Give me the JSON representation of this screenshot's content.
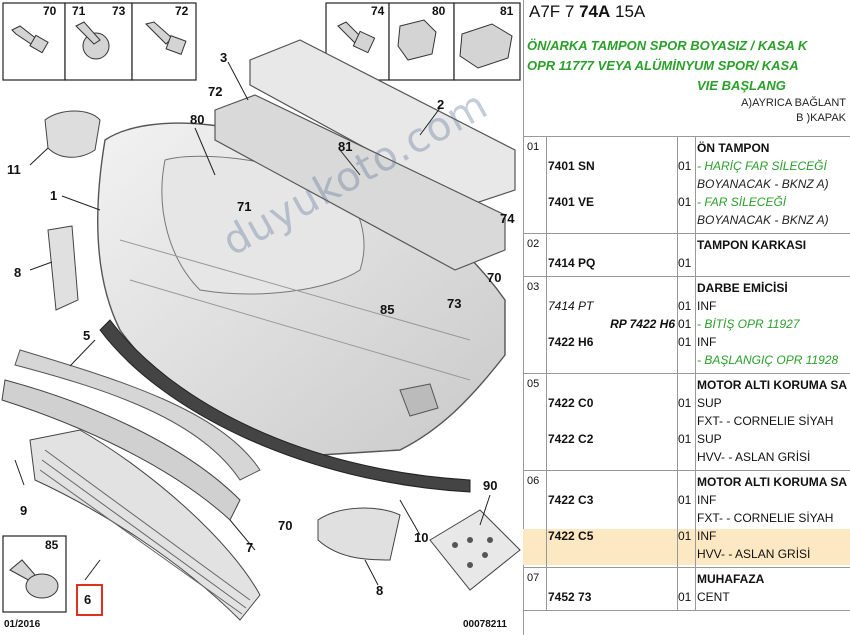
{
  "diagram": {
    "callouts": [
      "1",
      "2",
      "3",
      "5",
      "6",
      "7",
      "8",
      "8",
      "9",
      "10",
      "11",
      "70",
      "70",
      "71",
      "72",
      "73",
      "74",
      "80",
      "81",
      "85",
      "90"
    ],
    "inset_labels": [
      "70",
      "71",
      "73",
      "72",
      "74",
      "80",
      "81",
      "85"
    ],
    "footer_left": "01/2016",
    "footer_right": "00078211",
    "highlight_color": "#e03020",
    "watermark": "duyukoto.com"
  },
  "panel": {
    "ref_prefix": "A7F 7",
    "ref_bold": "74A",
    "ref_suffix": "15A",
    "header_lines": [
      "ÖN/ARKA TAMPON SPOR BOYASIZ / KASA K",
      "OPR 11777 VEYA ALÜMİNYUM SPOR/ KASA",
      "VIE BAŞLANG"
    ],
    "notes": [
      "A)AYRICA BAĞLANT",
      "B )KAPAK"
    ],
    "green": "#2aa02a",
    "highlight_row_color": "#fde8c4"
  },
  "rows": [
    {
      "num": "01",
      "title": "ÖN TAMPON",
      "lines": [
        {
          "code": "7401 SN",
          "qty": "01",
          "desc": "- HARİÇ FAR SİLECEĞİ",
          "style": "g"
        },
        {
          "code": "",
          "qty": "",
          "desc": "BOYANACAK - BKNZ A)",
          "style": "i"
        },
        {
          "code": "7401 VE",
          "qty": "01",
          "desc": "- FAR SİLECEĞİ",
          "style": "g"
        },
        {
          "code": "",
          "qty": "",
          "desc": "BOYANACAK - BKNZ A)",
          "style": "i"
        }
      ]
    },
    {
      "num": "02",
      "title": "TAMPON KARKASI",
      "lines": [
        {
          "code": "7414 PQ",
          "qty": "01",
          "desc": "",
          "style": "n"
        }
      ]
    },
    {
      "num": "03",
      "title": "DARBE EMİCİSİ",
      "lines": [
        {
          "code": "7414 PT",
          "qty": "01",
          "desc": "INF",
          "style": "n",
          "code_italic": true
        },
        {
          "code": "RP 7422 H6",
          "qty": "01",
          "desc": "- BİTİŞ OPR 11927",
          "style": "g",
          "code_right": true
        },
        {
          "code": "7422 H6",
          "qty": "01",
          "desc": "INF",
          "style": "n"
        },
        {
          "code": "",
          "qty": "",
          "desc": "- BAŞLANGIÇ OPR 11928",
          "style": "g"
        }
      ]
    },
    {
      "num": "05",
      "title": "MOTOR ALTI KORUMA SA",
      "lines": [
        {
          "code": "7422 C0",
          "qty": "01",
          "desc": "SUP",
          "style": "n"
        },
        {
          "code": "",
          "qty": "",
          "desc": "FXT- - CORNELIE SİYAH",
          "style": "n"
        },
        {
          "code": "7422 C2",
          "qty": "01",
          "desc": "SUP",
          "style": "n"
        },
        {
          "code": "",
          "qty": "",
          "desc": "HVV- - ASLAN GRİSİ",
          "style": "n"
        }
      ]
    },
    {
      "num": "06",
      "title": "MOTOR ALTI KORUMA SA",
      "lines": [
        {
          "code": "7422 C3",
          "qty": "01",
          "desc": "INF",
          "style": "n"
        },
        {
          "code": "",
          "qty": "",
          "desc": "FXT- - CORNELIE SİYAH",
          "style": "n"
        },
        {
          "code": "7422 C5",
          "qty": "01",
          "desc": "INF",
          "style": "n"
        },
        {
          "code": "",
          "qty": "",
          "desc": "HVV- - ASLAN GRİSİ",
          "style": "n"
        }
      ]
    },
    {
      "num": "07",
      "title": "MUHAFAZA",
      "lines": [
        {
          "code": "7452 73",
          "qty": "01",
          "desc": "CENT",
          "style": "n"
        }
      ]
    }
  ]
}
